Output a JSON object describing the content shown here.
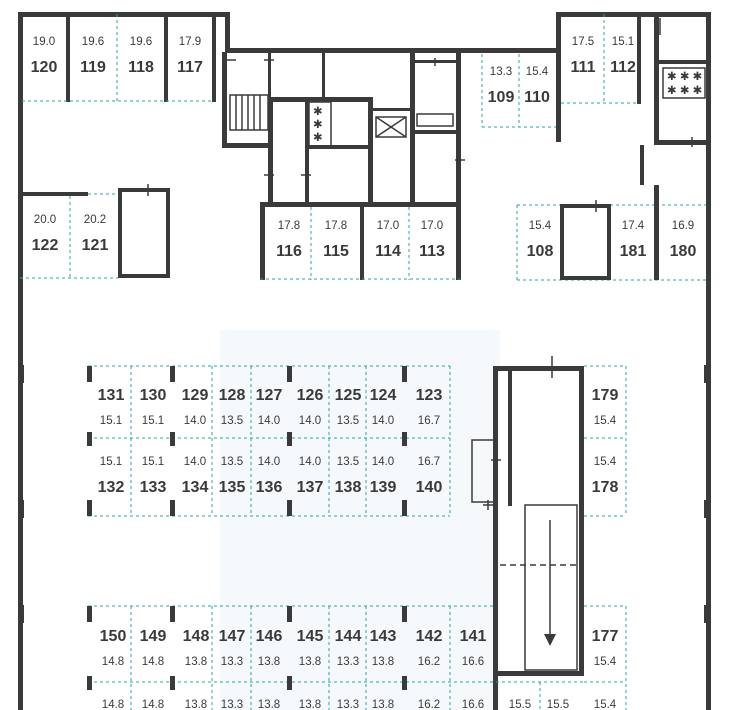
{
  "spots": [
    {
      "num": "120",
      "area": "19.0"
    },
    {
      "num": "119",
      "area": "19.6"
    },
    {
      "num": "118",
      "area": "19.6"
    },
    {
      "num": "117",
      "area": "17.9"
    },
    {
      "num": "109",
      "area": "13.3"
    },
    {
      "num": "110",
      "area": "15.4"
    },
    {
      "num": "111",
      "area": "17.5"
    },
    {
      "num": "112",
      "area": "15.1"
    },
    {
      "num": "122",
      "area": "20.0"
    },
    {
      "num": "121",
      "area": "20.2"
    },
    {
      "num": "116",
      "area": "17.8"
    },
    {
      "num": "115",
      "area": "17.8"
    },
    {
      "num": "114",
      "area": "17.0"
    },
    {
      "num": "113",
      "area": "17.0"
    },
    {
      "num": "108",
      "area": "15.4"
    },
    {
      "num": "181",
      "area": "17.4"
    },
    {
      "num": "180",
      "area": "16.9"
    },
    {
      "num": "131",
      "area": "15.1"
    },
    {
      "num": "130",
      "area": "15.1"
    },
    {
      "num": "129",
      "area": "14.0"
    },
    {
      "num": "128",
      "area": "13.5"
    },
    {
      "num": "127",
      "area": "14.0"
    },
    {
      "num": "126",
      "area": "14.0"
    },
    {
      "num": "125",
      "area": "13.5"
    },
    {
      "num": "124",
      "area": "14.0"
    },
    {
      "num": "123",
      "area": "16.7"
    },
    {
      "num": "179",
      "area": "15.4"
    },
    {
      "num": "132",
      "area": "15.1"
    },
    {
      "num": "133",
      "area": "15.1"
    },
    {
      "num": "134",
      "area": "14.0"
    },
    {
      "num": "135",
      "area": "13.5"
    },
    {
      "num": "136",
      "area": "14.0"
    },
    {
      "num": "137",
      "area": "14.0"
    },
    {
      "num": "138",
      "area": "13.5"
    },
    {
      "num": "139",
      "area": "14.0"
    },
    {
      "num": "140",
      "area": "16.7"
    },
    {
      "num": "178",
      "area": "15.4"
    },
    {
      "num": "150",
      "area": "14.8"
    },
    {
      "num": "149",
      "area": "14.8"
    },
    {
      "num": "148",
      "area": "13.8"
    },
    {
      "num": "147",
      "area": "13.3"
    },
    {
      "num": "146",
      "area": "13.8"
    },
    {
      "num": "145",
      "area": "13.8"
    },
    {
      "num": "144",
      "area": "13.3"
    },
    {
      "num": "143",
      "area": "13.8"
    },
    {
      "num": "142",
      "area": "16.2"
    },
    {
      "num": "141",
      "area": "16.6"
    },
    {
      "num": "177",
      "area": "15.4"
    }
  ],
  "partial_areas": [
    "14.8",
    "14.8",
    "13.8",
    "13.3",
    "13.8",
    "13.8",
    "13.3",
    "13.8",
    "16.2",
    "16.6",
    "15.5",
    "15.5",
    "15.4"
  ]
}
